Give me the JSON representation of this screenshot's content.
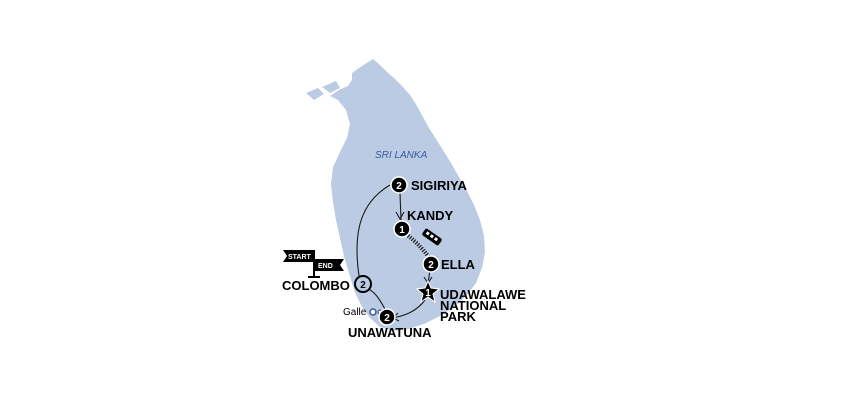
{
  "map": {
    "country": "SRI LANKA",
    "colors": {
      "land": "#bccbe4",
      "country_label": "#3a5a9c",
      "route": "#1a1a1a",
      "badge": "#000000",
      "highlight_badge": "#bccbe4"
    },
    "stops": [
      {
        "name": "SIGIRIYA",
        "nights": "2"
      },
      {
        "name": "KANDY",
        "nights": "1"
      },
      {
        "name": "ELLA",
        "nights": "2"
      },
      {
        "name_lines": [
          "UDAWALAWE",
          "NATIONAL",
          "PARK"
        ],
        "nights": "1",
        "icon": "star-icon"
      },
      {
        "name": "UNAWATUNA",
        "nights": "2"
      },
      {
        "name": "COLOMBO",
        "nights": "2"
      }
    ],
    "waypoint": {
      "name": "Galle"
    },
    "flag": {
      "start": "START",
      "end": "END"
    },
    "train_segment": {
      "icon": "train-icon",
      "from": "KANDY",
      "to": "ELLA"
    }
  }
}
